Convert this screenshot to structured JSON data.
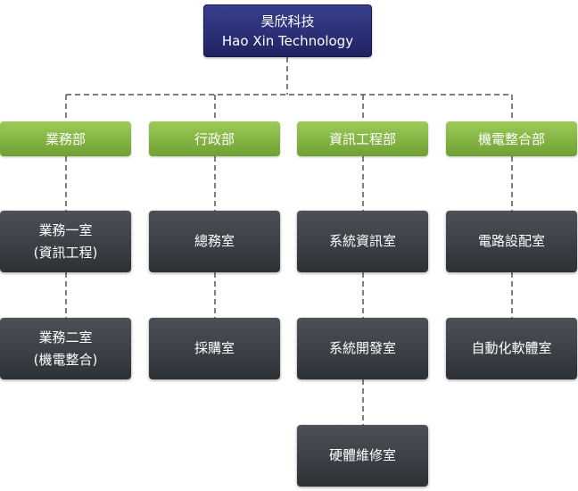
{
  "company": {
    "name_zh": "昊欣科技",
    "name_en": "Hao Xin Technology"
  },
  "departments": [
    {
      "label": "業務部",
      "units": [
        {
          "line1": "業務一室",
          "line2": "(資訊工程)"
        },
        {
          "line1": "業務二室",
          "line2": "(機電整合)"
        }
      ]
    },
    {
      "label": "行政部",
      "units": [
        {
          "line1": "總務室"
        },
        {
          "line1": "採購室"
        }
      ]
    },
    {
      "label": "資訊工程部",
      "units": [
        {
          "line1": "系統資訊室"
        },
        {
          "line1": "系統開發室"
        },
        {
          "line1": "硬體維修室"
        }
      ]
    },
    {
      "label": "機電整合部",
      "units": [
        {
          "line1": "電路設配室"
        },
        {
          "line1": "自動化軟體室"
        }
      ]
    }
  ],
  "colors": {
    "root_box": "#2a2e78",
    "department_box": "#86b847",
    "unit_box": "#3a3f45",
    "connector": "#555555"
  }
}
